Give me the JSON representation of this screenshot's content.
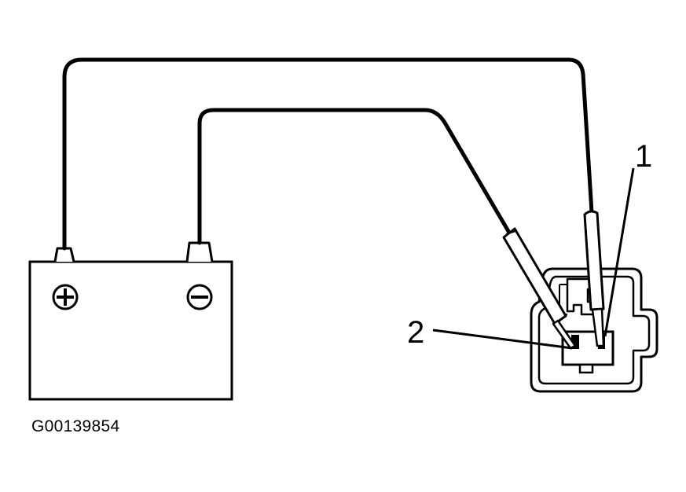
{
  "callouts": {
    "one": "1",
    "two": "2"
  },
  "figure_id": "G00139854",
  "icons": {
    "battery_positive": "plus-circle-icon",
    "battery_negative": "minus-circle-icon"
  },
  "colors": {
    "line": "#000000",
    "background": "#ffffff"
  }
}
